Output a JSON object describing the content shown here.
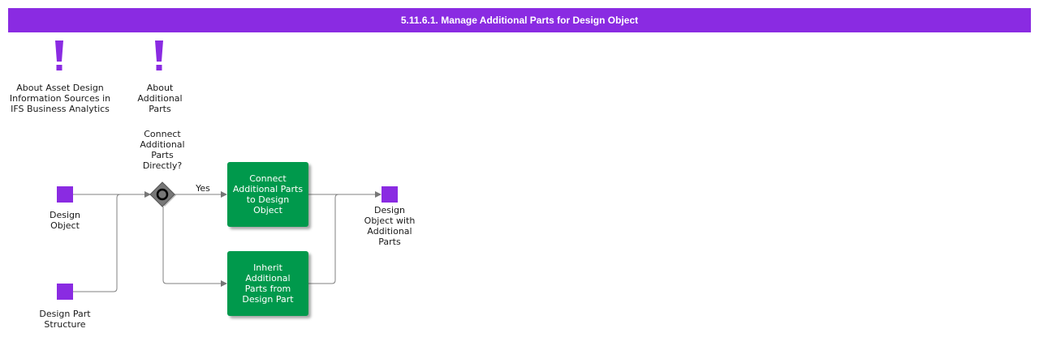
{
  "title": "5.11.6.1. Manage Additional Parts for Design Object",
  "colors": {
    "header": "#8a2be2",
    "object": "#8a2be2",
    "task": "#00994c",
    "gateway": "#777777"
  },
  "notes": [
    {
      "id": "about-asset-design",
      "icon": "exclamation-icon",
      "label": "About Asset Design\nInformation Sources in\nIFS Business Analytics"
    },
    {
      "id": "about-additional-parts",
      "icon": "exclamation-icon",
      "label": "About\nAdditional\nParts"
    }
  ],
  "objects": {
    "design_object": "Design\nObject",
    "design_part_structure": "Design Part\nStructure",
    "design_object_with_parts": "Design\nObject with\nAdditional\nParts"
  },
  "gateway": {
    "question": "Connect\nAdditional\nParts\nDirectly?",
    "yes_label": "Yes"
  },
  "tasks": {
    "connect": "Connect\nAdditional Parts\nto Design\nObject",
    "inherit": "Inherit\nAdditional\nParts from\nDesign Part"
  }
}
